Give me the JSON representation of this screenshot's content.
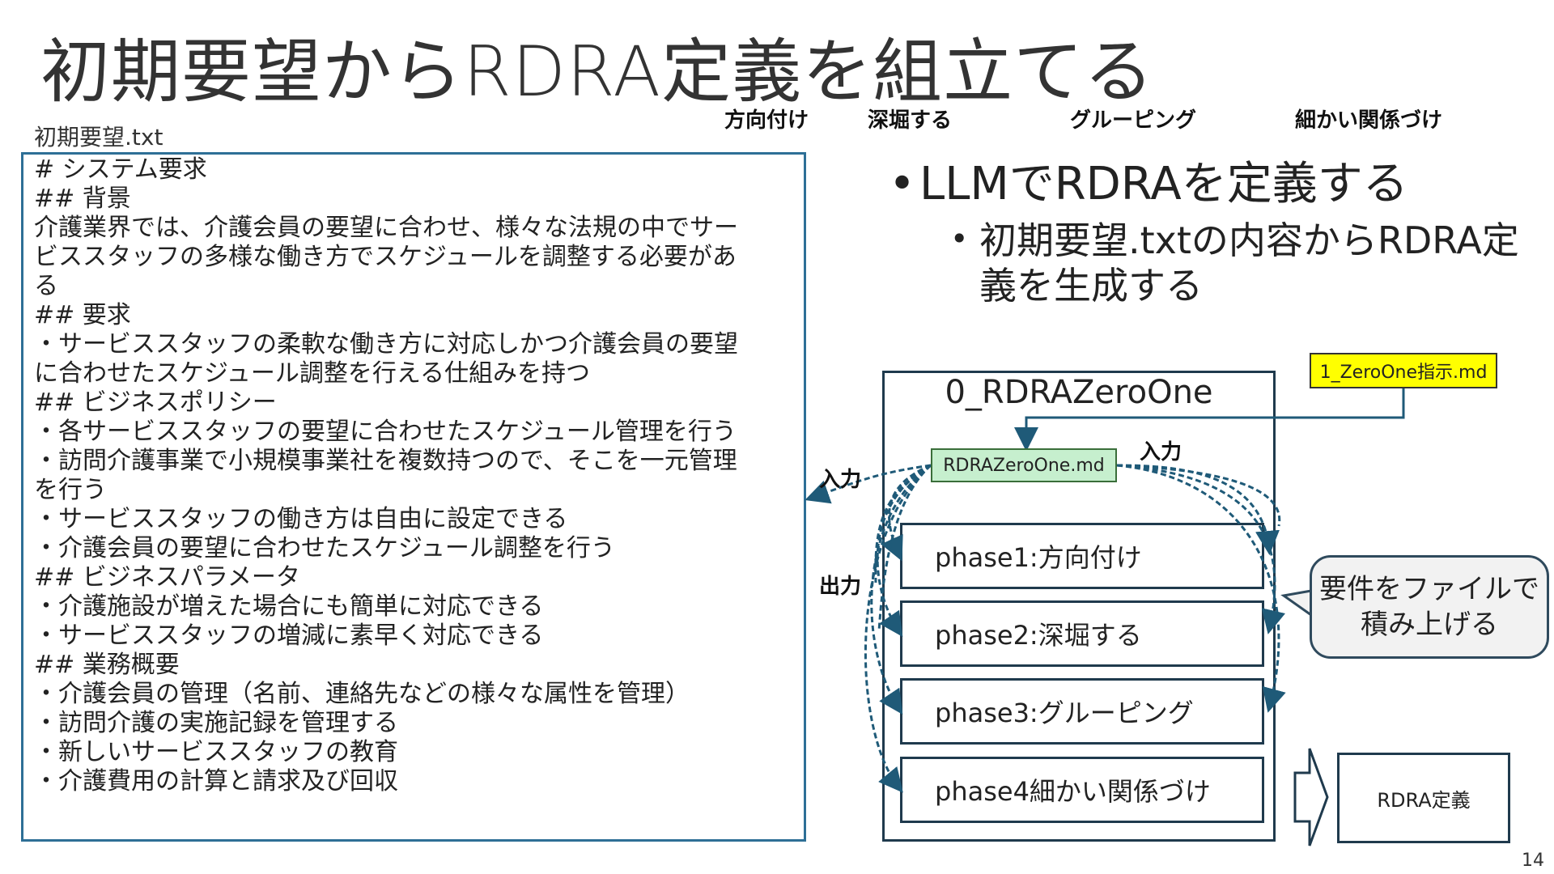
{
  "title": "初期要望からRDRA定義を組立てる",
  "file_label": "初期要望.txt",
  "requirements_lines": [
    "# システム要求",
    "## 背景",
    "介護業界では、介護会員の要望に合わせ、様々な法規の中でサー",
    "ビススタッフの多様な働き方でスケジュールを調整する必要があ",
    "る",
    "## 要求",
    "・サービススタッフの柔軟な働き方に対応しかつ介護会員の要望",
    "に合わせたスケジュール調整を行える仕組みを持つ",
    "## ビジネスポリシー",
    "・各サービススタッフの要望に合わせたスケジュール管理を行う",
    "・訪問介護事業で小規模事業社を複数持つので、そこを一元管理",
    "を行う",
    "・サービススタッフの働き方は自由に設定できる",
    "・介護会員の要望に合わせたスケジュール調整を行う",
    "## ビジネスパラメータ",
    "・介護施設が増えた場合にも簡単に対応できる",
    "・サービススタッフの増減に素早く対応できる",
    "## 業務概要",
    "・介護会員の管理（名前、連絡先などの様々な属性を管理）",
    "・訪問介護の実施記録を管理する",
    "・新しいサービススタッフの教育",
    "・介護費用の計算と請求及び回収"
  ],
  "phase_tags": [
    "方向付け",
    "深堀する",
    "グルーピング",
    "細かい関係づけ"
  ],
  "bullets": {
    "main": "LLMでRDRAを定義する",
    "sub": "初期要望.txtの内容からRDRA定義を生成する"
  },
  "diagram": {
    "container_title": "0_RDRAZeroOne",
    "instruction_file": "1_ZeroOne指示.md",
    "zero_file": "RDRAZeroOne.md",
    "input_label_top": "入力",
    "input_label_left": "入力",
    "output_label": "出力",
    "phases": [
      "phase1:方向付け",
      "phase2:深堀する",
      "phase3:グルーピング",
      "phase4細かい関係づけ"
    ],
    "callout": "要件をファイルで積み上げる",
    "result": "RDRA定義"
  },
  "page_number": "14"
}
